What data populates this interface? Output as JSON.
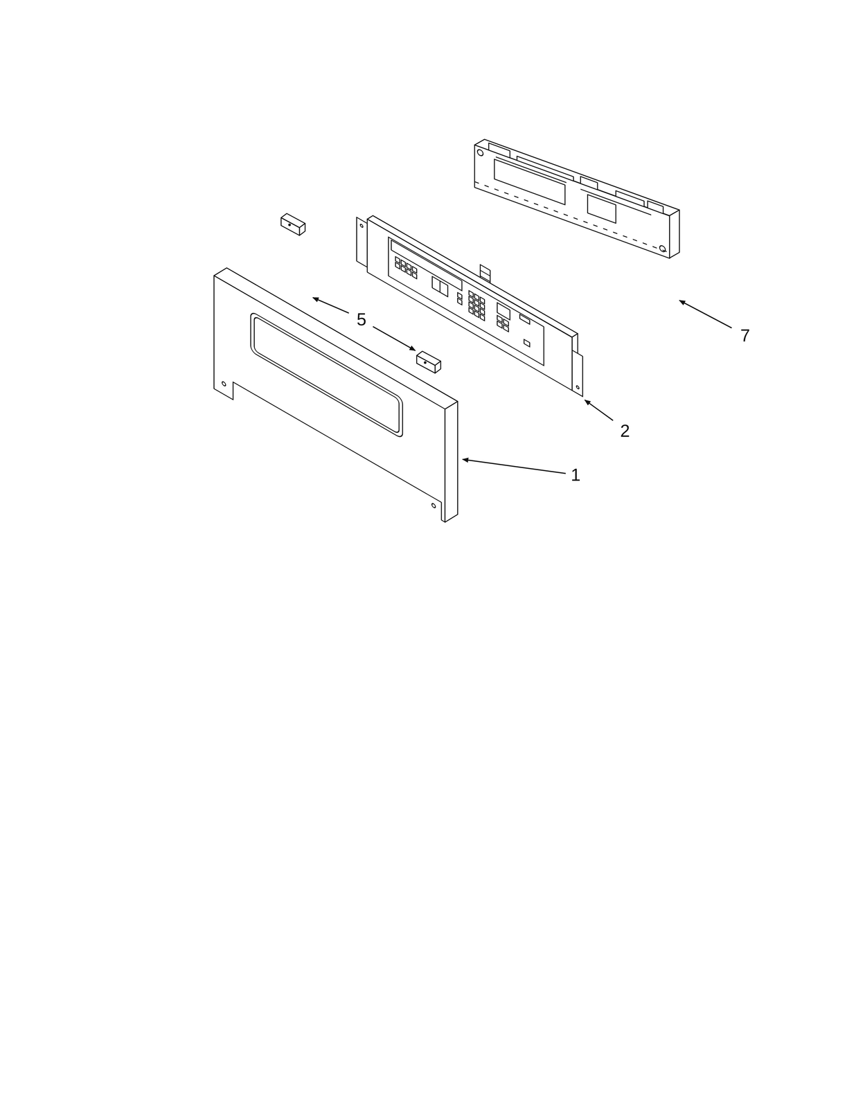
{
  "diagram": {
    "labels": [
      "5",
      "7",
      "2",
      "1"
    ]
  }
}
